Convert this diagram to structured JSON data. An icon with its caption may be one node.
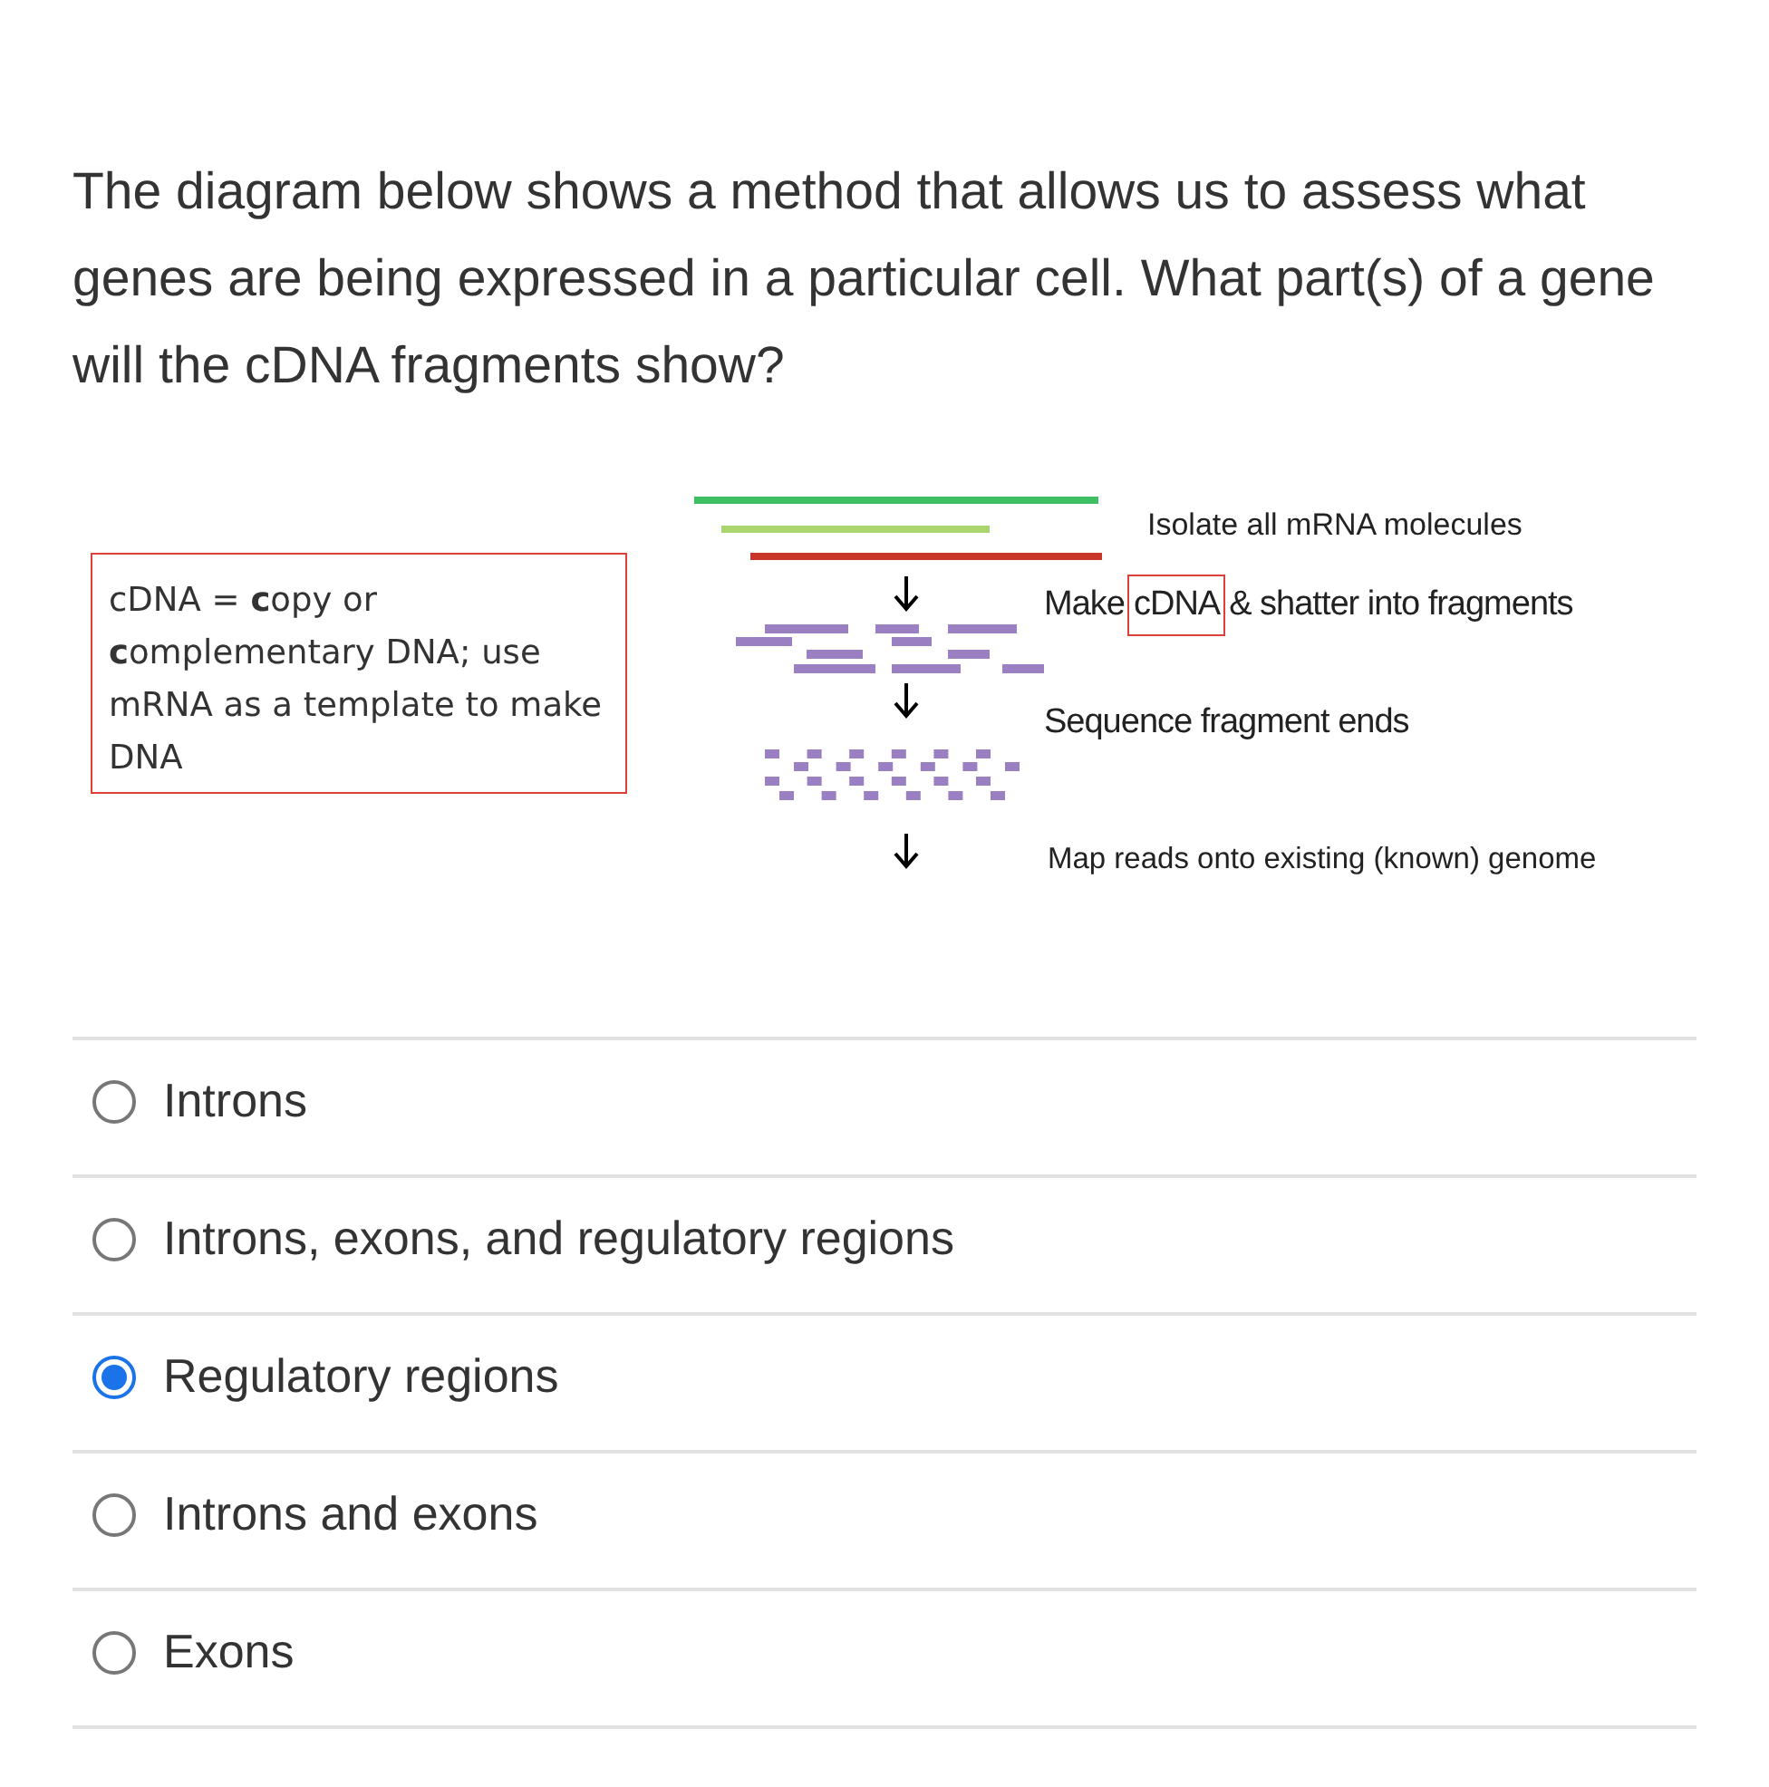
{
  "diagram": {
    "title": "The diagram below shows a method that allows us to assess what genes are being expressed in a particular cell. What part(s) of a gene will the cDNA fragments show?",
    "nodes": [
      {
        "text": [
          "cDNA = **c**opy or **c**omplementary DNA; use mRNA as a template to make DNA"
        ]
      },
      {
        "text": [
          "cDNA"
        ],
        "beside": [
          "Make",
          "& shatter into fragments"
        ]
      }
    ],
    "labels": [
      "Isolate all mRNA molecules",
      "Sequence fragment ends",
      "Map reads onto existing (known) genome",
      "Introns",
      "Introns, exons, and regulatory regions",
      "Regulatory regions",
      "Introns and exons",
      "Exons"
    ]
  }
}
